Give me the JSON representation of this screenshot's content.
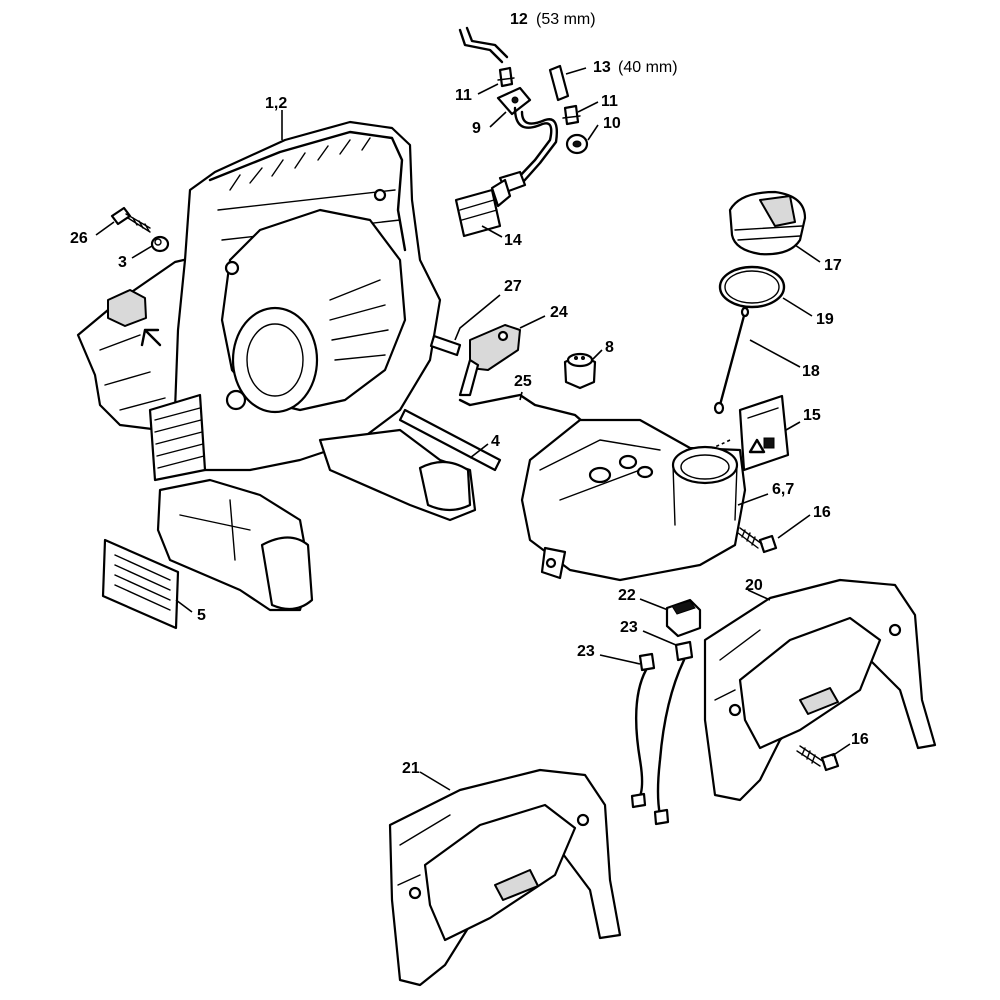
{
  "callouts": {
    "c12": {
      "num": "12",
      "note": "(53 mm)"
    },
    "c13": {
      "num": "13",
      "note": "(40 mm)"
    },
    "c11a": "11",
    "c11b": "11",
    "c9": "9",
    "c10": "10",
    "c12p": "1,2",
    "c26": "26",
    "c3": "3",
    "c14": "14",
    "c17": "17",
    "c19": "19",
    "c27": "27",
    "c24": "24",
    "c8": "8",
    "c18": "18",
    "c25": "25",
    "c15": "15",
    "c4": "4",
    "c67": "6,7",
    "c16a": "16",
    "c5": "5",
    "c22": "22",
    "c20": "20",
    "c23a": "23",
    "c23b": "23",
    "c16b": "16",
    "c21": "21"
  }
}
